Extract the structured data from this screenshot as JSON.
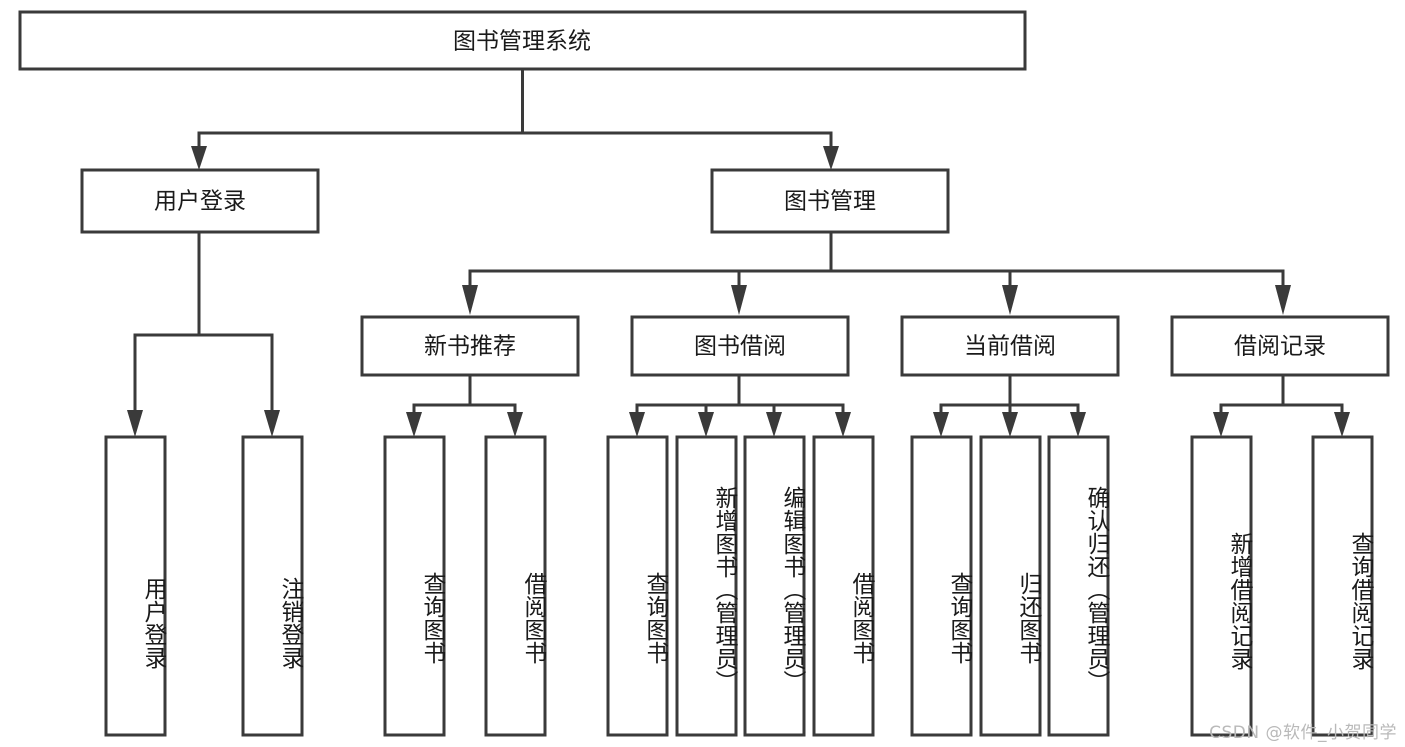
{
  "diagram": {
    "type": "tree",
    "title": "图书管理系统",
    "orientation": "top-down",
    "background_color": "#ffffff",
    "box_fill": "#ffffff",
    "box_stroke": "#3a3a3a",
    "text_color": "#1a1a1a",
    "root": {
      "label": "图书管理系统",
      "level": 0
    },
    "level2": [
      {
        "label": "用户登录"
      },
      {
        "label": "图书管理"
      }
    ],
    "level3": [
      {
        "label": "新书推荐"
      },
      {
        "label": "图书借阅"
      },
      {
        "label": "当前借阅"
      },
      {
        "label": "借阅记录"
      }
    ],
    "leaves": {
      "user_login": [
        {
          "label": "用户登录"
        },
        {
          "label": "注销登录"
        }
      ],
      "new_book_recommend": [
        {
          "label": "查询图书"
        },
        {
          "label": "借阅图书"
        }
      ],
      "book_borrow": [
        {
          "label": "查询图书"
        },
        {
          "label": "新增图书（管理员）"
        },
        {
          "label": "编辑图书（管理员）"
        },
        {
          "label": "借阅图书"
        }
      ],
      "current_borrow": [
        {
          "label": "查询图书"
        },
        {
          "label": "归还图书"
        },
        {
          "label": "确认归还（管理员）"
        }
      ],
      "borrow_record": [
        {
          "label": "新增借阅记录"
        },
        {
          "label": "查询借阅记录"
        }
      ]
    },
    "watermark": "CSDN @软件_小贺同学"
  },
  "nodes": {
    "root": {
      "label": "图书管理系统"
    },
    "user_login": {
      "label": "用户登录"
    },
    "book_manage": {
      "label": "图书管理"
    },
    "new_book": {
      "label": "新书推荐"
    },
    "book_borrow": {
      "label": "图书借阅"
    },
    "current_borrow": {
      "label": "当前借阅"
    },
    "borrow_record": {
      "label": "借阅记录"
    },
    "leaf_0": {
      "label": "用户登录"
    },
    "leaf_1": {
      "label": "注销登录"
    },
    "leaf_2": {
      "label": "查询图书"
    },
    "leaf_3": {
      "label": "借阅图书"
    },
    "leaf_4": {
      "label": "查询图书"
    },
    "leaf_5": {
      "label": "新增图书（管理员）"
    },
    "leaf_6": {
      "label": "编辑图书（管理员）"
    },
    "leaf_7": {
      "label": "借阅图书"
    },
    "leaf_8": {
      "label": "查询图书"
    },
    "leaf_9": {
      "label": "归还图书"
    },
    "leaf_10": {
      "label": "确认归还（管理员）"
    },
    "leaf_11": {
      "label": "新增借阅记录"
    },
    "leaf_12": {
      "label": "查询借阅记录"
    }
  },
  "watermark": {
    "text": "CSDN @软件_小贺同学"
  }
}
